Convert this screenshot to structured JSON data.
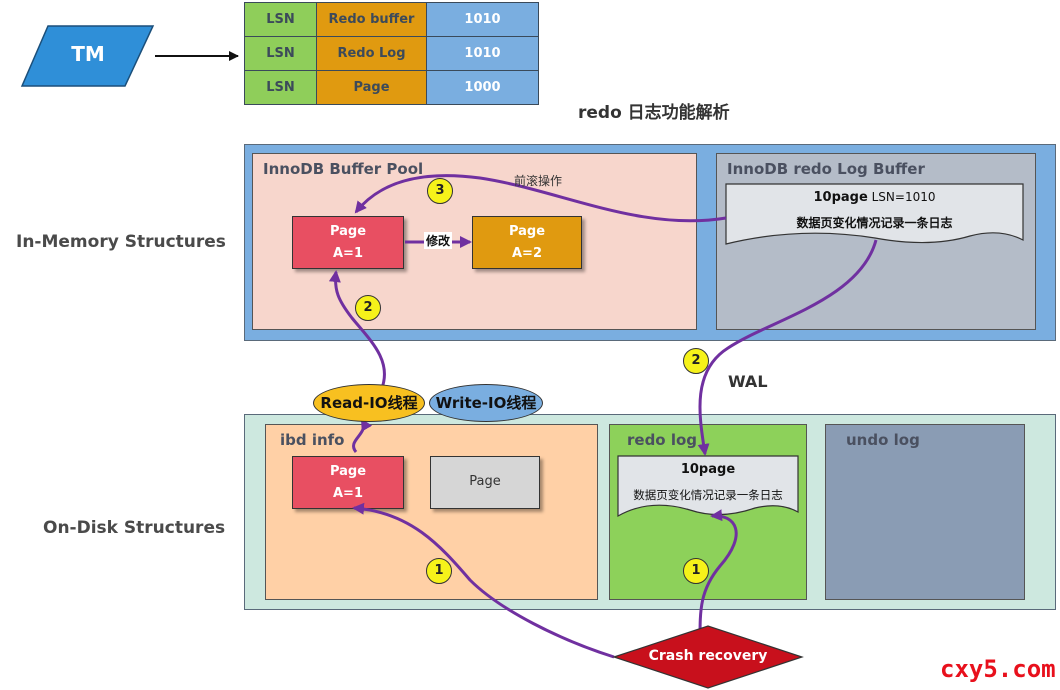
{
  "tm": {
    "label": "TM"
  },
  "lsn_table": {
    "rows": [
      {
        "key": "LSN",
        "name": "Redo buffer",
        "value": "1010"
      },
      {
        "key": "LSN",
        "name": "Redo Log",
        "value": "1010"
      },
      {
        "key": "LSN",
        "name": "Page",
        "value": "1000"
      }
    ]
  },
  "title": "redo 日志功能解析",
  "sections": {
    "in_memory": "In-Memory Structures",
    "on_disk": "On-Disk Structures"
  },
  "buffer_pool": {
    "title": "InnoDB Buffer Pool",
    "page_before": {
      "name": "Page",
      "value": "A=1"
    },
    "modify_label": "修改",
    "page_after": {
      "name": "Page",
      "value": "A=2"
    },
    "roll_forward": "前滚操作"
  },
  "log_buffer": {
    "title": "InnoDB redo Log Buffer",
    "entry_line1_bold": "10page",
    "entry_line1_rest": " LSN=1010",
    "entry_line2": "数据页变化情况记录一条日志"
  },
  "threads": {
    "read": "Read-IO线程",
    "write": "Write-IO线程"
  },
  "wal": "WAL",
  "ibd": {
    "title": "ibd  info",
    "page1": {
      "name": "Page",
      "value": "A=1"
    },
    "page2": {
      "name": "Page"
    }
  },
  "redo_log": {
    "title": "redo log",
    "entry_line1": "10page",
    "entry_line2": "数据页变化情况记录一条日志"
  },
  "undo_log": {
    "title": "undo log"
  },
  "crash_recovery": "Crash recovery",
  "badges": {
    "b1": "1",
    "b2": "2",
    "b3": "3"
  },
  "watermark": "cxy5.com",
  "colors": {
    "purple_arrow": "#7030a0",
    "memory_bg": "#7aaee0",
    "disk_bg": "#cde8df"
  }
}
